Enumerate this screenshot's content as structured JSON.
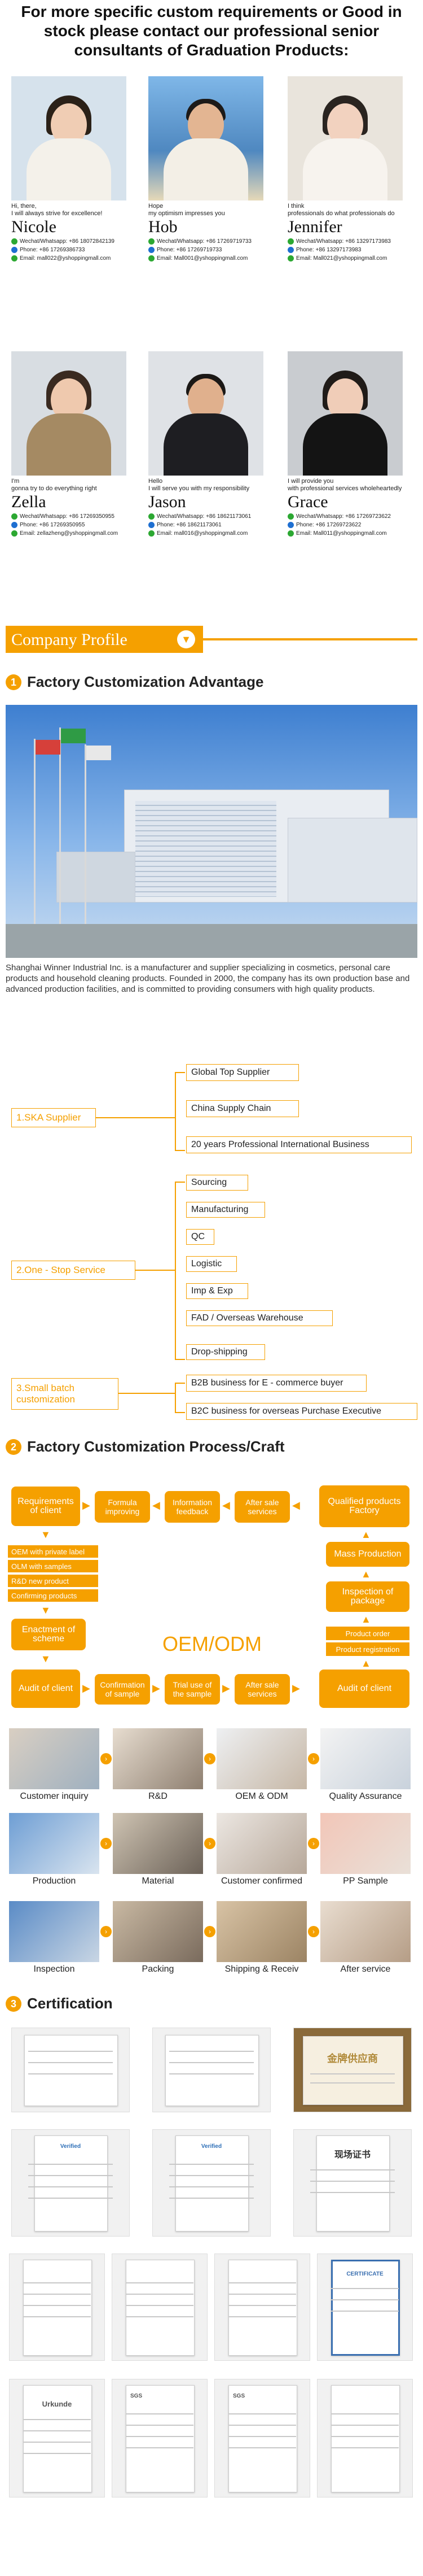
{
  "header": {
    "text": "For more specific custom requirements or Good in stock please contact our professional senior consultants of Graduation Products:"
  },
  "consultants": [
    {
      "tagline": "Hi, there,\nI will always strive for excellence!",
      "name": "Nicole",
      "wechat": "Wechat/Whatsapp: +86 18072842139",
      "phone": "Phone: +86 17269386733",
      "email": "Email: mall022@yshoppingmall.com"
    },
    {
      "tagline": "Hope\nmy optimism impresses you",
      "name": "Hob",
      "wechat": "Wechat/Whatsapp: +86 17269719733",
      "phone": "Phone: +86 17269719733",
      "email": "Email: Mall001@yshoppingmall.com"
    },
    {
      "tagline": "I think\nprofessionals do what professionals do",
      "name": "Jennifer",
      "wechat": "Wechat/Whatsapp: +86 13297173983",
      "phone": "Phone: +86 13297173983",
      "email": "Email: Mall021@yshoppingmall.com"
    },
    {
      "tagline": "I'm\ngonna try to do everything right",
      "name": "Zella",
      "wechat": "Wechat/Whatsapp: +86 17269350955",
      "phone": "Phone: +86 17269350955",
      "email": "Email: zellazheng@yshoppingmall.com"
    },
    {
      "tagline": "Hello\nI will serve you with my responsibility",
      "name": "Jason",
      "wechat": "Wechat/Whatsapp: +86 18621173061",
      "phone": "Phone: +86 18621173061",
      "email": "Email: mall016@yshoppingmall.com"
    },
    {
      "tagline": "I will provide you\nwith professional services wholeheartedly",
      "name": "Grace",
      "wechat": "Wechat/Whatsapp: +86 17269723622",
      "phone": "Phone: +86 17269723622",
      "email": "Email: Mall011@yshoppingmall.com"
    }
  ],
  "banner": {
    "title": "Company Profile",
    "arrow": "▼"
  },
  "section1": {
    "num": "1",
    "title": "Factory Customization Advantage"
  },
  "intro": "Shanghai Winner Industrial Inc. is a manufacturer and supplier specializing in cosmetics, personal care products and household cleaning products. Founded in 2000, the company has its own production base and advanced production facilities, and is committed to providing consumers with high quality products.",
  "advantages": {
    "g1": {
      "label": "1.SKA Supplier",
      "items": [
        "Global Top Supplier",
        "China Supply Chain",
        "20 years Professional International Business"
      ]
    },
    "g2": {
      "label": "2.One - Stop Service",
      "items": [
        "Sourcing",
        "Manufacturing",
        "QC",
        "Logistic",
        "Imp & Exp",
        "FAD / Overseas Warehouse",
        "Drop-shipping"
      ]
    },
    "g3": {
      "label": "3.Small batch customization",
      "items": [
        "B2B business for E - commerce buyer",
        "B2C business for overseas Purchase Executive"
      ]
    }
  },
  "section2": {
    "num": "2",
    "title": "Factory Customization Process/Craft"
  },
  "process": {
    "top": [
      "Requirements of client",
      "Formula improving",
      "Information feedback",
      "After sale services",
      "Qualified products Factory"
    ],
    "left_strips": [
      "OEM with private label",
      "OLM with samples",
      "R&D new product",
      "Confirming products"
    ],
    "left_mid": "Enactment of scheme",
    "bottom": [
      "Audit of client",
      "Confirmation of sample",
      "Trial use of the sample",
      "After sale services",
      "Audit of client"
    ],
    "right": [
      "Mass Production",
      "Inspection of package"
    ],
    "right_strips": [
      "Product order",
      "Product registration"
    ],
    "center": "OEM/ODM"
  },
  "photos": [
    "Customer inquiry",
    "R&D",
    "OEM & ODM",
    "Quality Assurance",
    "Production",
    "Material",
    "Customer confirmed",
    "PP Sample",
    "Inspection",
    "Packing",
    "Shipping & Receiv",
    "After service"
  ],
  "section3": {
    "num": "3",
    "title": "Certification"
  },
  "certs": [
    {
      "title": ""
    },
    {
      "title": ""
    },
    {
      "title": "金牌供应商"
    },
    {
      "title": "Verified"
    },
    {
      "title": "Verified"
    },
    {
      "title": "现场证书"
    },
    {
      "title": ""
    },
    {
      "title": ""
    },
    {
      "title": ""
    },
    {
      "title": "CERTIFICATE"
    },
    {
      "title": "Urkunde"
    },
    {
      "title": "SGS"
    },
    {
      "title": "SGS"
    },
    {
      "title": ""
    }
  ],
  "colors": {
    "accent": "#f5a000",
    "wechat": "#2ca832",
    "phone": "#1e6fd1"
  }
}
